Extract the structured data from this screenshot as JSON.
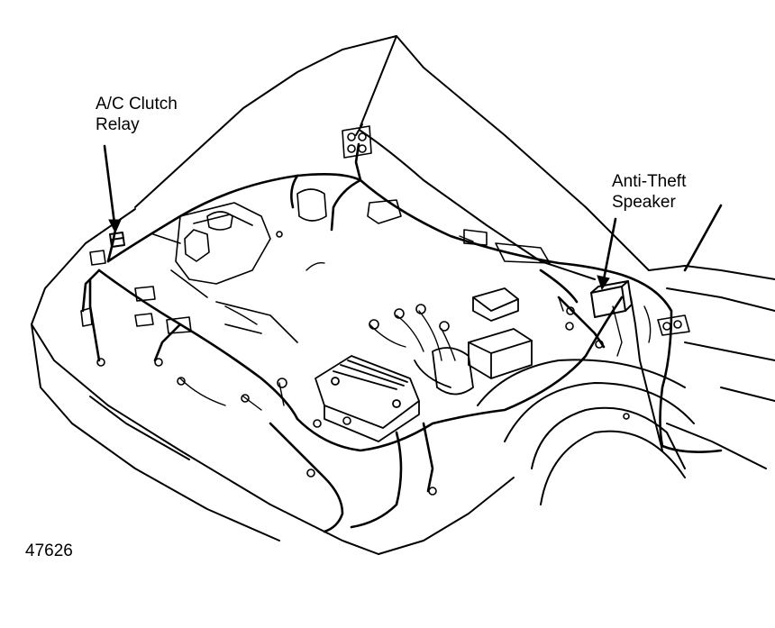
{
  "callouts": {
    "ac_clutch_relay": {
      "line1": "A/C Clutch",
      "line2": "Relay"
    },
    "anti_theft_speaker": {
      "line1": "Anti-Theft",
      "line2": "Speaker"
    }
  },
  "figure_number": "47626",
  "colors": {
    "ink": "#000000",
    "paper": "#ffffff"
  }
}
